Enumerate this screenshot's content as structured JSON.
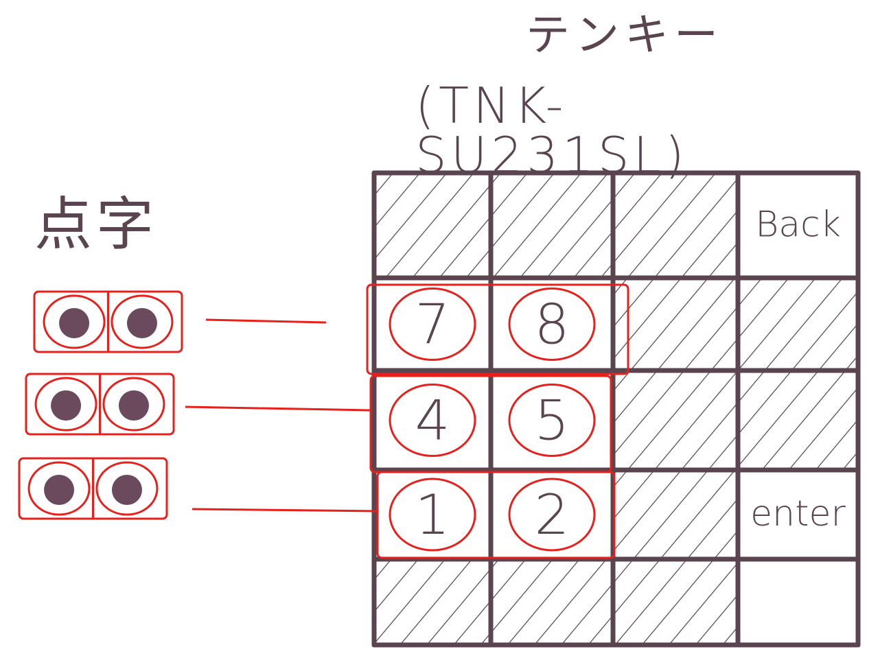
{
  "title": "テンキー",
  "model": "(TNK-SU231SL)",
  "braille_label": "点字",
  "keypad": {
    "rows": [
      [
        {
          "label": "",
          "hatched": true
        },
        {
          "label": "",
          "hatched": true
        },
        {
          "label": "",
          "hatched": true
        },
        {
          "label": "Back",
          "hatched": false
        }
      ],
      [
        {
          "label": "7",
          "hatched": false,
          "circled": true
        },
        {
          "label": "8",
          "hatched": false,
          "circled": true
        },
        {
          "label": "",
          "hatched": true
        },
        {
          "label": "",
          "hatched": true
        }
      ],
      [
        {
          "label": "4",
          "hatched": false,
          "circled": true
        },
        {
          "label": "5",
          "hatched": false,
          "circled": true
        },
        {
          "label": "",
          "hatched": true
        },
        {
          "label": "",
          "hatched": true
        }
      ],
      [
        {
          "label": "1",
          "hatched": false,
          "circled": true
        },
        {
          "label": "2",
          "hatched": false,
          "circled": true
        },
        {
          "label": "",
          "hatched": true
        },
        {
          "label": "enter",
          "hatched": false
        }
      ],
      [
        {
          "label": "",
          "hatched": true
        },
        {
          "label": "",
          "hatched": true
        },
        {
          "label": "",
          "hatched": true
        },
        {
          "label": "",
          "hatched": false
        }
      ]
    ]
  },
  "braille_rows": [
    {
      "dots": [
        true,
        true
      ],
      "maps_to": [
        "7",
        "8"
      ]
    },
    {
      "dots": [
        true,
        true
      ],
      "maps_to": [
        "4",
        "5"
      ]
    },
    {
      "dots": [
        true,
        true
      ],
      "maps_to": [
        "1",
        "2"
      ]
    }
  ],
  "colors": {
    "ink": "#5a4450",
    "highlight": "#e8201c",
    "dot": "#6b4a5e"
  }
}
